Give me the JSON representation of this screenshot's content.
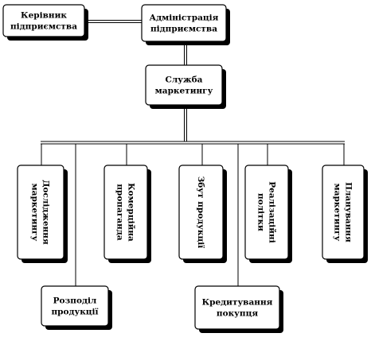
{
  "diagram": {
    "nodes": {
      "head": {
        "lines": [
          "Керівник",
          "підприємства"
        ]
      },
      "administration": {
        "lines": [
          "Адміністрація",
          "підприємства"
        ]
      },
      "marketing": {
        "lines": [
          "Служба",
          "маркетингу"
        ]
      },
      "research": {
        "lines": [
          "Дослідження",
          "маркетингу"
        ]
      },
      "distribution": {
        "lines": [
          "Розподіл",
          "продукції"
        ]
      },
      "promotion": {
        "lines": [
          "Комерційна",
          "пропаганда"
        ]
      },
      "sales": {
        "lines": [
          "Збут продукції"
        ]
      },
      "lending": {
        "lines": [
          "Кредитування",
          "покупця"
        ]
      },
      "pricing": {
        "lines": [
          "Реалізаційні",
          "політки"
        ]
      },
      "planning": {
        "lines": [
          "Планування",
          "маркетингу"
        ]
      }
    },
    "edges": [
      [
        "head",
        "administration"
      ],
      [
        "administration",
        "marketing"
      ],
      [
        "marketing",
        "research"
      ],
      [
        "marketing",
        "distribution"
      ],
      [
        "marketing",
        "promotion"
      ],
      [
        "marketing",
        "sales"
      ],
      [
        "marketing",
        "lending"
      ],
      [
        "marketing",
        "pricing"
      ],
      [
        "marketing",
        "planning"
      ]
    ]
  }
}
